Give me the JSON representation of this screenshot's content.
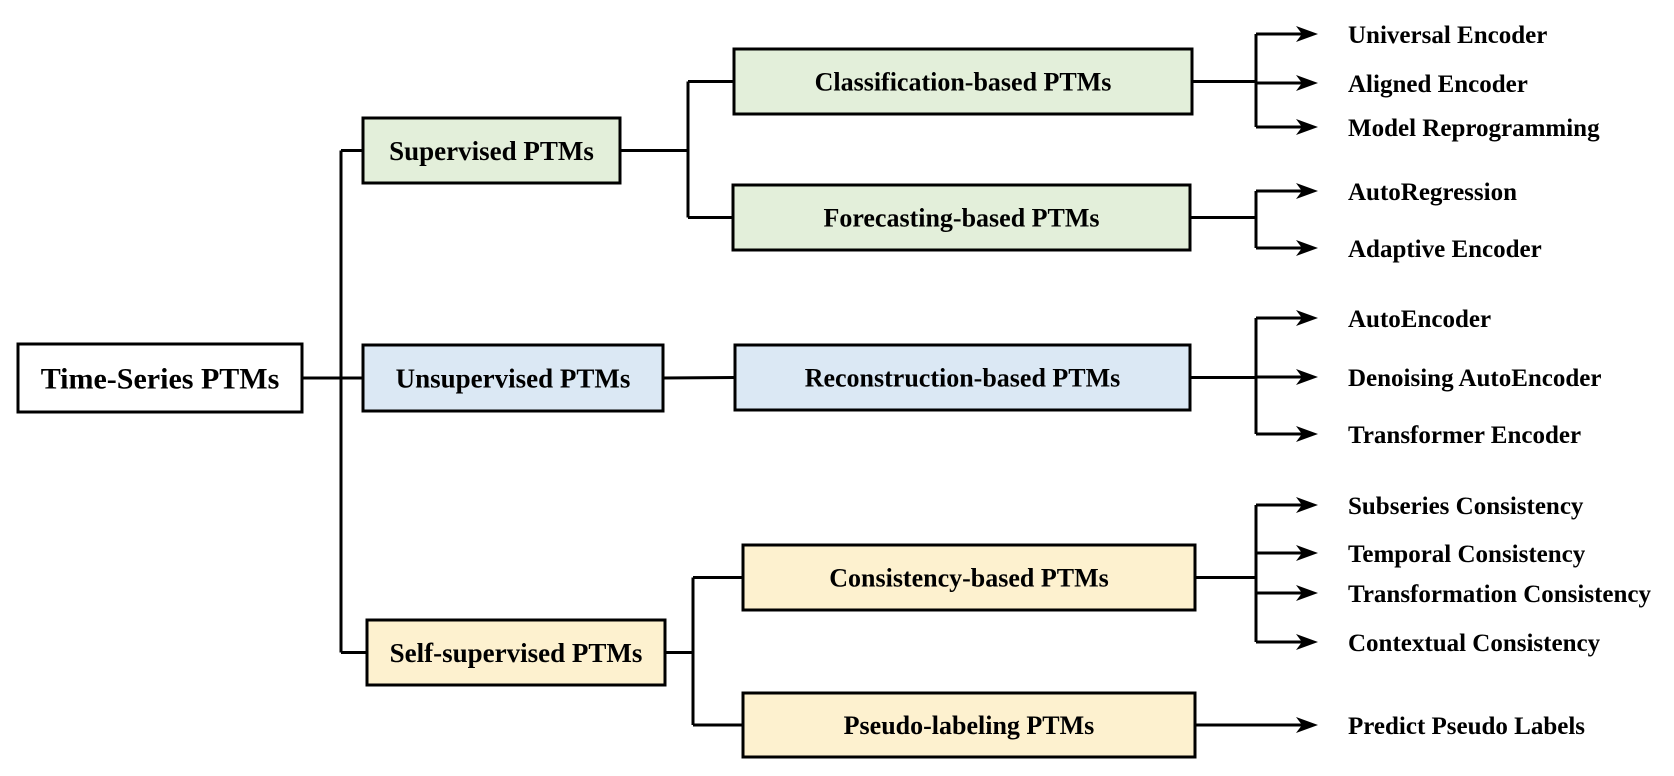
{
  "diagram": {
    "root": {
      "label": "Time-Series PTMs"
    },
    "colors": {
      "background": "#ffffff",
      "root_fill": "#ffffff",
      "supervised_fill": "#e3efda",
      "unsupervised_fill": "#dbe8f4",
      "self_supervised_fill": "#fdf1cf",
      "line": "#000000"
    },
    "icons": {
      "leaf_pointer": "right-arrow-icon"
    },
    "branches": [
      {
        "label": "Supervised PTMs",
        "color_key": "supervised_fill",
        "children": [
          {
            "label": "Classification-based PTMs",
            "leaves": [
              "Universal Encoder",
              "Aligned Encoder",
              "Model Reprogramming"
            ]
          },
          {
            "label": "Forecasting-based PTMs",
            "leaves": [
              "AutoRegression",
              "Adaptive Encoder"
            ]
          }
        ]
      },
      {
        "label": "Unsupervised PTMs",
        "color_key": "unsupervised_fill",
        "children": [
          {
            "label": "Reconstruction-based PTMs",
            "leaves": [
              "AutoEncoder",
              "Denoising AutoEncoder",
              "Transformer Encoder"
            ]
          }
        ]
      },
      {
        "label": "Self-supervised PTMs",
        "color_key": "self_supervised_fill",
        "children": [
          {
            "label": "Consistency-based PTMs",
            "leaves": [
              "Subseries Consistency",
              "Temporal Consistency",
              "Transformation Consistency",
              "Contextual Consistency"
            ]
          },
          {
            "label": "Pseudo-labeling PTMs",
            "leaves": [
              "Predict Pseudo Labels"
            ]
          }
        ]
      }
    ]
  }
}
